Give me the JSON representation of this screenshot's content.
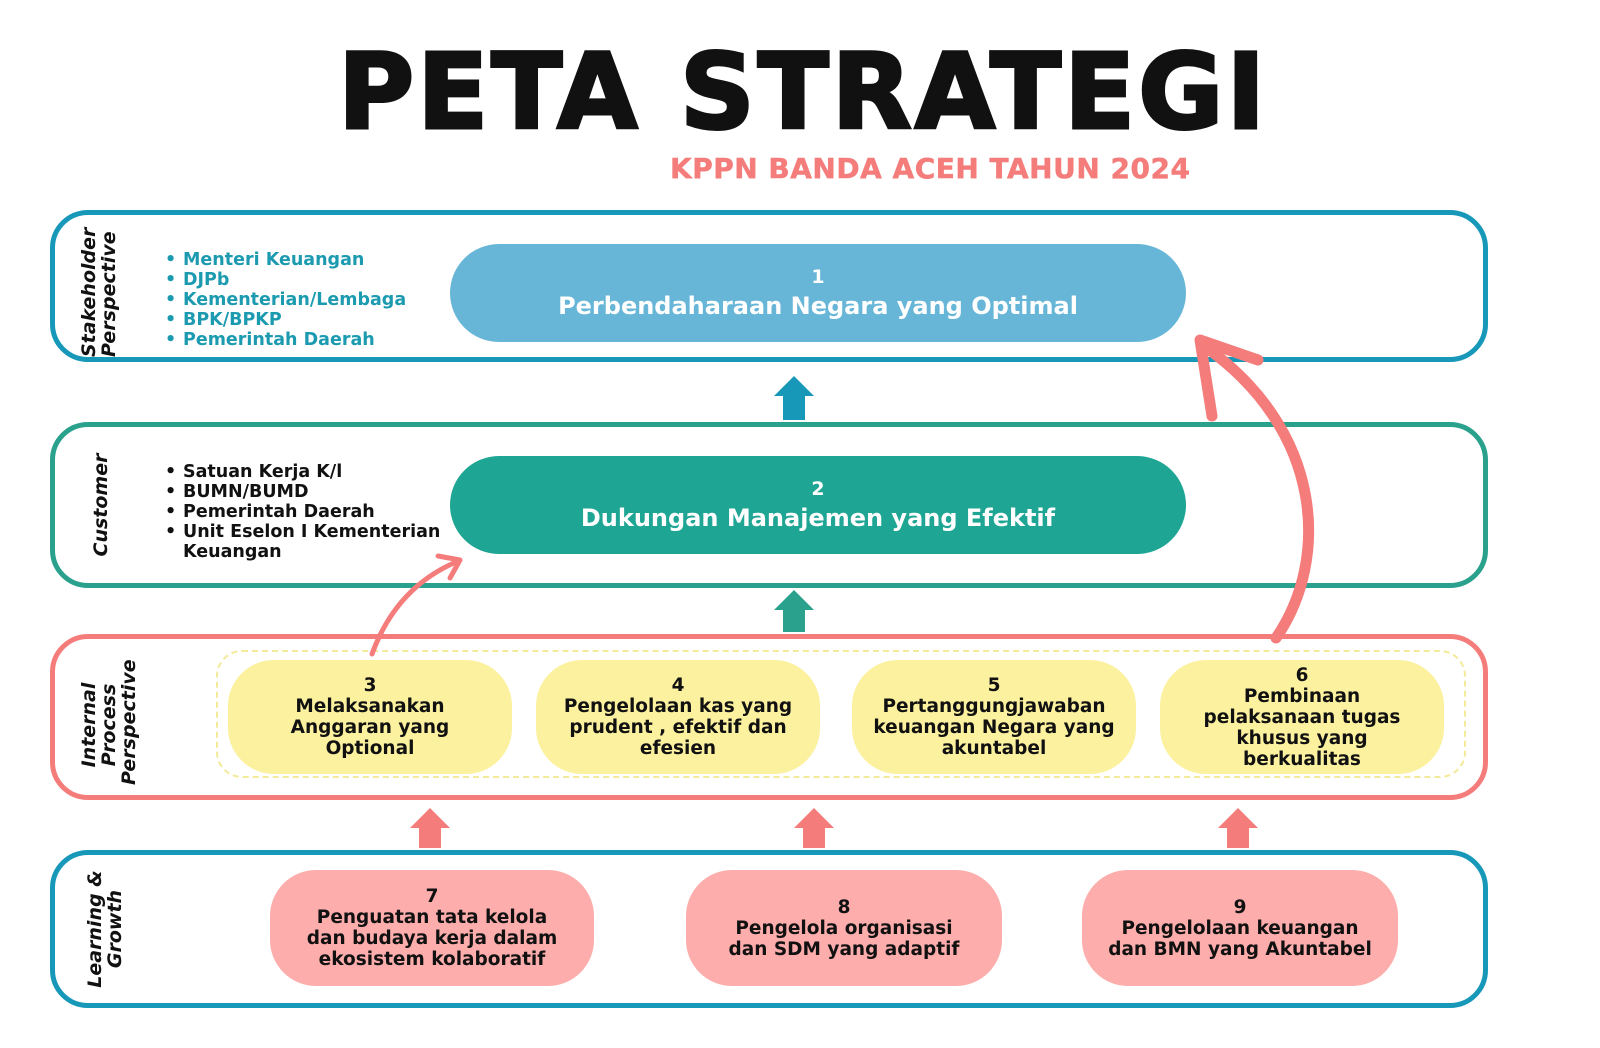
{
  "title": "PETA STRATEGI",
  "subtitle": "KPPN  BANDA ACEH TAHUN 2024",
  "colors": {
    "stakeholder_border": "#1798b9",
    "customer_border": "#2aa18d",
    "internal_border": "#f47d7b",
    "learning_border": "#1798b9",
    "objective1_fill": "#67b6d8",
    "objective2_fill": "#1fa593",
    "internal_pill_fill": "#fbf19f",
    "learning_pill_fill": "#fcadac",
    "stakeholder_list_text": "#1c9ab0",
    "arrow_blue": "#1798b9",
    "arrow_teal": "#2aa18d",
    "arrow_coral": "#f47d7b"
  },
  "stakeholder": {
    "label_line1": "Stakeholder",
    "label_line2": "Perspective",
    "items": [
      "Menteri Keuangan",
      "DJPb",
      "Kementerian/Lembaga",
      "BPK/BPKP",
      "Pemerintah Daerah"
    ],
    "objective": {
      "number": "1",
      "text": "Perbendaharaan Negara yang Optimal"
    }
  },
  "customer": {
    "label": "Customer",
    "items": [
      "Satuan Kerja K/l",
      "BUMN/BUMD",
      "Pemerintah Daerah",
      "Unit Eselon I Kementerian Keuangan"
    ],
    "objective": {
      "number": "2",
      "text": "Dukungan Manajemen yang Efektif"
    }
  },
  "internal": {
    "label_line1": "Internal",
    "label_line2": "Process",
    "label_line3": "Perspective",
    "objectives": [
      {
        "number": "3",
        "text": "Melaksanakan Anggaran yang Optional"
      },
      {
        "number": "4",
        "text": "Pengelolaan kas yang prudent , efektif dan efesien"
      },
      {
        "number": "5",
        "text": "Pertanggungjawaban keuangan Negara yang akuntabel"
      },
      {
        "number": "6",
        "text": "Pembinaan pelaksanaan tugas khusus yang berkualitas"
      }
    ]
  },
  "learning": {
    "label_line1": "Learning &",
    "label_line2": "Growth",
    "objectives": [
      {
        "number": "7",
        "text": "Penguatan tata kelola dan budaya kerja dalam ekosistem kolaboratif"
      },
      {
        "number": "8",
        "text": "Pengelola organisasi dan SDM yang adaptif"
      },
      {
        "number": "9",
        "text": "Pengelolaan keuangan dan BMN yang Akuntabel"
      }
    ]
  }
}
